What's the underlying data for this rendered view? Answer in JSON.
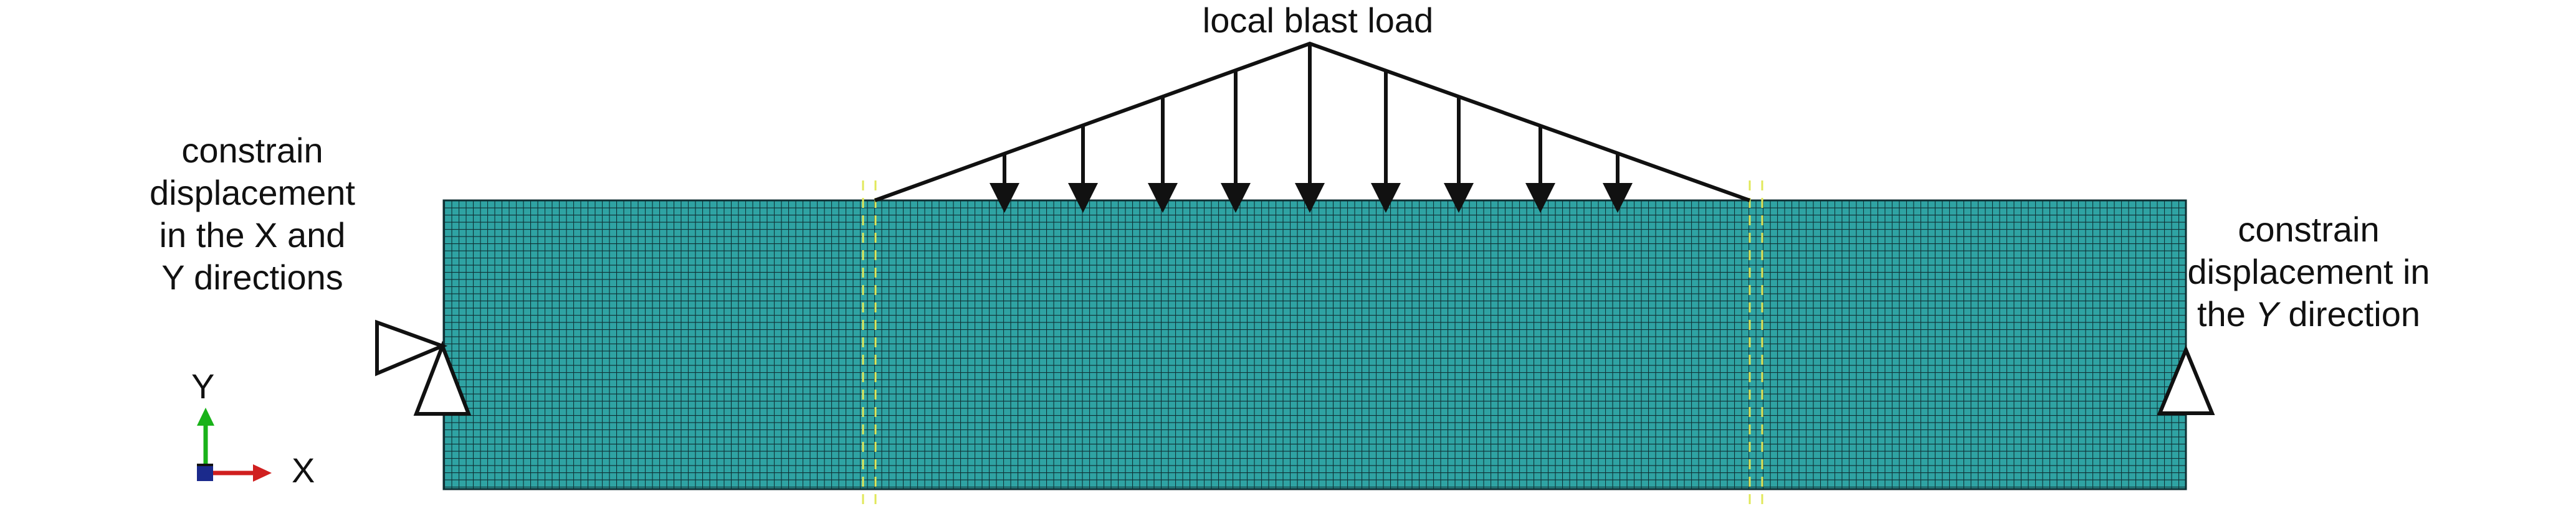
{
  "labels": {
    "load_title": "local blast load",
    "left_support": [
      "constrain",
      "displacement",
      "in the X and",
      "Y directions"
    ],
    "right_support": {
      "line1": "constrain",
      "line2": "displacement in",
      "line3_prefix": "the ",
      "line3_italic": "Y",
      "line3_suffix": " direction"
    }
  },
  "axes": {
    "y": "Y",
    "x": "X"
  },
  "colors": {
    "mesh_fill": "#2fa3a3",
    "mesh_line": "#0f2f33",
    "zone_marker": "#e1e85a",
    "ink": "#111111",
    "axis_y": "#19b219",
    "axis_x": "#d01f1f",
    "axis_z": "#1b2a8c"
  },
  "icons": [
    "pin-support-icon",
    "roller-support-icon",
    "load-arrow-icon",
    "coordinate-triad-icon"
  ]
}
